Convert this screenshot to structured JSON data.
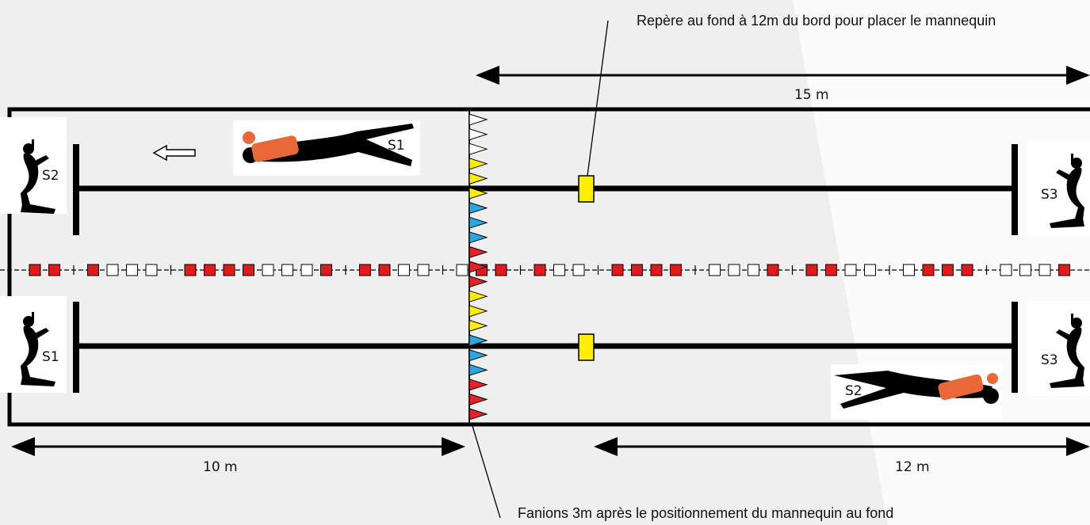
{
  "annotations": {
    "mannequin_marker_note": "Repère au fond à 12m du bord pour placer le mannequin",
    "flags_note": "Fanions 3m après le positionnement du mannequin au fond"
  },
  "dimensions": {
    "top": "15 m",
    "bottom_left": "10 m",
    "bottom_right": "12 m"
  },
  "swimmer_labels": {
    "lane1_left": "S2",
    "lane1_right": "S3",
    "lane1_mannequin_carrier": "S1",
    "lane2_left": "S1",
    "lane2_right": "S3",
    "lane2_mannequin_carrier": "S2"
  },
  "colors": {
    "flag_white": "#ffffff",
    "flag_yellow": "#ffee00",
    "flag_blue": "#2aa7e0",
    "flag_red": "#e8202a",
    "lane_float_red": "#e01b1b",
    "marker_yellow": "#ffee00",
    "mannequin": "#e8683a"
  },
  "flag_sequence": [
    "white",
    "white",
    "white",
    "yellow",
    "yellow",
    "yellow",
    "blue",
    "blue",
    "blue",
    "red",
    "red",
    "red",
    "yellow",
    "yellow",
    "yellow",
    "blue",
    "blue",
    "blue",
    "red",
    "red",
    "red"
  ],
  "lane_rope_pattern": [
    "R",
    "R",
    "B",
    "R",
    "E",
    "E",
    "E",
    "B",
    "R",
    "R",
    "R",
    "R",
    "E",
    "E",
    "E",
    "R",
    "B",
    "R",
    "R",
    "E",
    "E",
    "B",
    "E",
    "R",
    "R",
    "B",
    "R",
    "E",
    "E",
    "B",
    "R",
    "R",
    "R",
    "R",
    "B",
    "E",
    "E",
    "E",
    "R",
    "B",
    "R",
    "R",
    "E",
    "E",
    "B",
    "E",
    "R",
    "R",
    "R",
    "B",
    "E",
    "E",
    "E",
    "R"
  ]
}
